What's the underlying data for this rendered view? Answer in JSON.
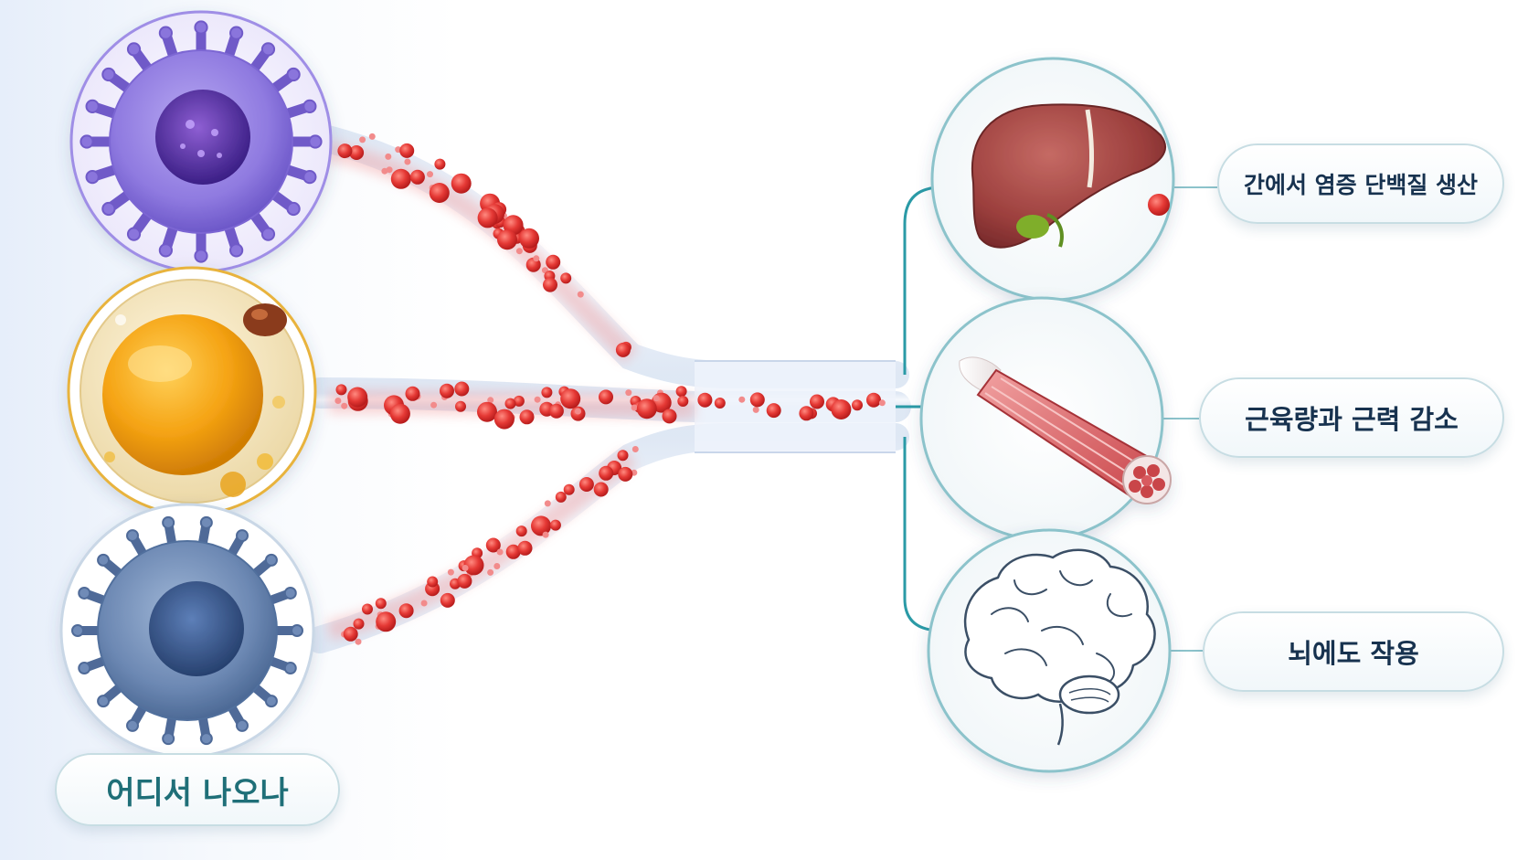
{
  "diagram": {
    "source_label": "어디서 나오나",
    "effects": [
      {
        "id": "liver",
        "label": "간에서 염증 단백질 생산"
      },
      {
        "id": "muscle",
        "label": "근육량과 근력 감소"
      },
      {
        "id": "brain",
        "label": "뇌에도 작용"
      }
    ],
    "source_cells": [
      {
        "id": "immune-cell",
        "icon": "immune-cell-icon",
        "ring_color": "#9f8ee6"
      },
      {
        "id": "fat-cell",
        "icon": "fat-cell-icon",
        "ring_color": "#e8b33c"
      },
      {
        "id": "blue-cell",
        "icon": "blue-cell-icon",
        "ring_color": "#c9d7e6"
      }
    ],
    "organs": [
      {
        "id": "liver",
        "icon": "liver-icon"
      },
      {
        "id": "muscle",
        "icon": "muscle-icon"
      },
      {
        "id": "brain",
        "icon": "brain-icon"
      }
    ],
    "colors": {
      "particle": "#e53935",
      "connector": "#2a9aa6",
      "organ_ring": "#8cc3cb",
      "text": "#17324f",
      "source_text": "#1f6f78"
    }
  }
}
